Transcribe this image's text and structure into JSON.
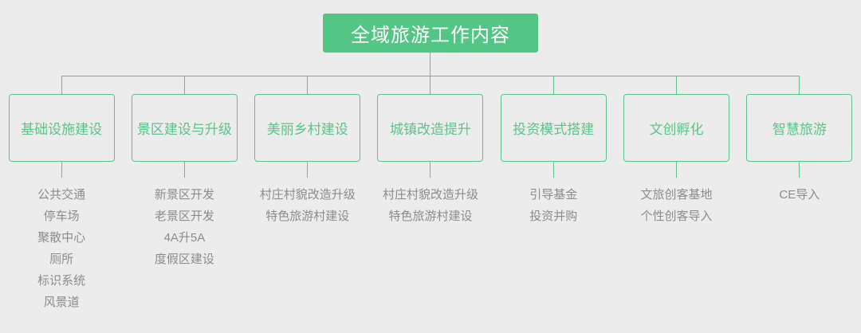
{
  "title": "全域旅游工作内容",
  "colors": {
    "accent_green": "#53c686",
    "connector_line": "#5bc289",
    "node_label": "#5fc28c",
    "title_text": "#ffffff",
    "background": "#ececec",
    "item_text": "#8c8c8c"
  },
  "columns": [
    {
      "label": "基础设施建设",
      "items": [
        "公共交通",
        "停车场",
        "聚散中心",
        "厕所",
        "标识系统",
        "风景道"
      ]
    },
    {
      "label": "景区建设与升级",
      "items": [
        "新景区开发",
        "老景区开发",
        "4A升5A",
        "度假区建设"
      ]
    },
    {
      "label": "美丽乡村建设",
      "items": [
        "村庄村貌改造升级",
        "特色旅游村建设"
      ]
    },
    {
      "label": "城镇改造提升",
      "items": [
        "村庄村貌改造升级",
        "特色旅游村建设"
      ]
    },
    {
      "label": "投资模式搭建",
      "items": [
        "引导基金",
        "投资并购"
      ]
    },
    {
      "label": "文创孵化",
      "items": [
        "文旅创客基地",
        "个性创客导入"
      ]
    },
    {
      "label": "智慧旅游",
      "items": [
        "CE导入"
      ]
    }
  ]
}
